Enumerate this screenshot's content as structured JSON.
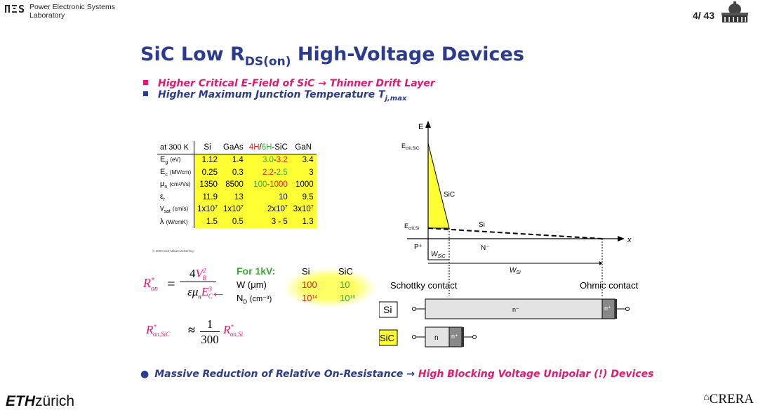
{
  "header": {
    "logo": "ΠΞS",
    "lab_line1": "Power Electronic Systems",
    "lab_line2": "Laboratory",
    "page": "4/ 43"
  },
  "title": {
    "pre": "SiC Low R",
    "sub": "DS(on)",
    "post": " High-Voltage Devices"
  },
  "bullets": [
    {
      "text": "Higher Critical E-Field of SiC → Thinner Drift Layer",
      "color": "#e5186f"
    },
    {
      "text_pre": "Higher Maximum Junction Temperature T",
      "text_sub": "j,max",
      "color": "#2b3b8f"
    }
  ],
  "table": {
    "corner": "at 300 K",
    "columns": [
      "Si",
      "GaAs",
      "4H/6H-SiC",
      "GaN"
    ],
    "col_sic": {
      "a": "4H",
      "slash": "/",
      "b": "6H",
      "rest": "-SiC"
    },
    "rows": [
      {
        "label_main": "E",
        "label_sub": "g",
        "label_unit": "(eV)",
        "si": "1.12",
        "gaas": "1.4",
        "sic_a": "3.0",
        "sic_sep": "-",
        "sic_b": "3.2",
        "gan": "3.4"
      },
      {
        "label_main": "E",
        "label_sub": "c",
        "label_unit": "(MV/cm)",
        "si": "0.25",
        "gaas": "0.3",
        "sic_a": "2.2",
        "sic_sep": "-",
        "sic_b": "2.5",
        "gan": "3"
      },
      {
        "label_main": "μ",
        "label_sub": "n",
        "label_unit": "(cm²/Vs)",
        "si": "1350",
        "gaas": "8500",
        "sic_a": "100",
        "sic_sep": "-",
        "sic_b": "1000",
        "gan": "1000"
      },
      {
        "label_main": "ε",
        "label_sub": "r",
        "label_unit": "",
        "si": "11.9",
        "gaas": "13",
        "sic_plain": "10",
        "gan": "9.5"
      },
      {
        "label_main": "v",
        "label_sub": "sat",
        "label_unit": "(cm/s)",
        "si_base": "1x10",
        "si_exp": "7",
        "gaas_base": "1x10",
        "gaas_exp": "7",
        "sic_base": "2x10",
        "sic_exp": "7",
        "gan_base": "3x10",
        "gan_exp": "7"
      },
      {
        "label_main": "λ",
        "label_sub": "",
        "label_unit": "(W/cmK)",
        "si": "1.5",
        "gaas": "0.5",
        "sic_plain": "3 - 5",
        "gan": "1.3"
      }
    ],
    "copyright": "© 2000 Carl-Mikael Zetterling"
  },
  "formula": {
    "ron": "R",
    "ron_sup": "*",
    "ron_sub": "on",
    "num": "4V",
    "num_sup": "2",
    "num_sub": "B",
    "den": "εμ",
    "den_sub": "n",
    "den2": "E",
    "den2_sup": "3",
    "den2_sub": "C",
    "arrow": "←",
    "f2_lhs_sub": "on,SiC",
    "approx": "≈",
    "frac_num": "1",
    "frac_den": "300",
    "f2_rhs_sub": "on,Si"
  },
  "for1kv": {
    "label": "For 1kV:",
    "col_si": "Si",
    "col_sic": "SiC",
    "w_label": "W (μm)",
    "w_si": "100",
    "w_sic": "10",
    "nd_label_main": "N",
    "nd_label_sub": "D",
    "nd_label_unit": "(cm⁻³)",
    "nd_si_base": "10",
    "nd_si_exp": "14",
    "nd_sic_base": "10",
    "nd_sic_exp": "16"
  },
  "diagram": {
    "axis_e": "E",
    "axis_x": "x",
    "ecrit_sic": "E",
    "ecrit_sic_sub": "crit,SiC",
    "ecrit_si": "E",
    "ecrit_si_sub": "crit,Si",
    "label_sic": "SiC",
    "label_si": "Si",
    "p_plus": "P⁺",
    "n_minus": "N⁻",
    "w_sic": "W",
    "w_sic_sub": "SiC",
    "w_si": "W",
    "w_si_sub": "Si",
    "schottky": "Schottky contact",
    "ohmic": "Ohmic contact",
    "dev_si": "Si",
    "dev_sic": "SiC",
    "n_minus_small": "n⁻",
    "n_plus": "n⁺",
    "n": "n"
  },
  "bottom": {
    "pre": "Massive Reduction of Relative On-Resistance → ",
    "post": "High Blocking Voltage Unipolar (!) Devices"
  },
  "footer": {
    "eth_bold": "ETH",
    "eth_rest": "zürich",
    "crera": "CRERA"
  },
  "colors": {
    "accent_blue": "#2b3b8f",
    "accent_pink": "#e5186f",
    "highlight_yellow": "#ffff33",
    "green": "#3aa935",
    "red": "#e02020"
  }
}
